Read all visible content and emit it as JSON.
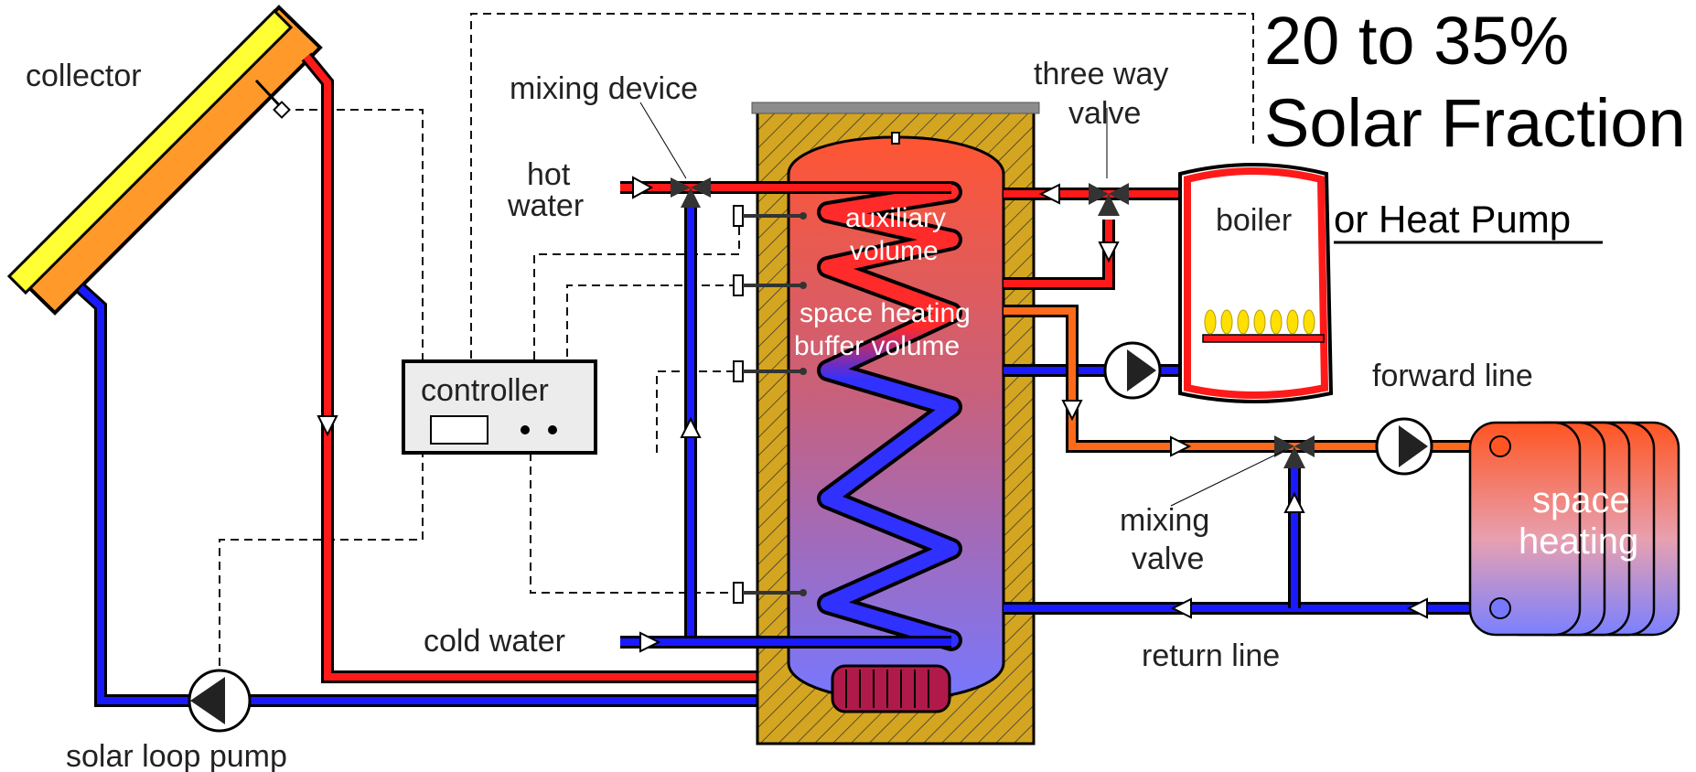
{
  "title": {
    "line1": "20 to 35%",
    "line2": "Solar Fraction",
    "subtitle": "or Heat Pump"
  },
  "labels": {
    "collector": "collector",
    "mixing_device": "mixing device",
    "hot_water_1": "hot",
    "hot_water_2": "water",
    "three_way_valve_1": "three way",
    "three_way_valve_2": "valve",
    "boiler": "boiler",
    "auxiliary_volume_1": "auxiliary",
    "auxiliary_volume_2": "volume",
    "space_heating_buffer_1": "space heating",
    "space_heating_buffer_2": "buffer volume",
    "controller": "controller",
    "forward_line": "forward line",
    "mixing_valve_1": "mixing",
    "mixing_valve_2": "valve",
    "space_heating_1": "space",
    "space_heating_2": "heating",
    "cold_water": "cold water",
    "return_line": "return line",
    "solar_loop_pump": "solar loop pump"
  },
  "colors": {
    "hot_pipe": "#ff1a1a",
    "cold_pipe": "#1a1aff",
    "forward_pipe": "#ff6a1a",
    "collector_frame": "#ff9a2a",
    "collector_glass": "#ffff33",
    "insulation": "#d4a520",
    "tank_top": "#ff5533",
    "tank_bottom": "#7777ff"
  }
}
